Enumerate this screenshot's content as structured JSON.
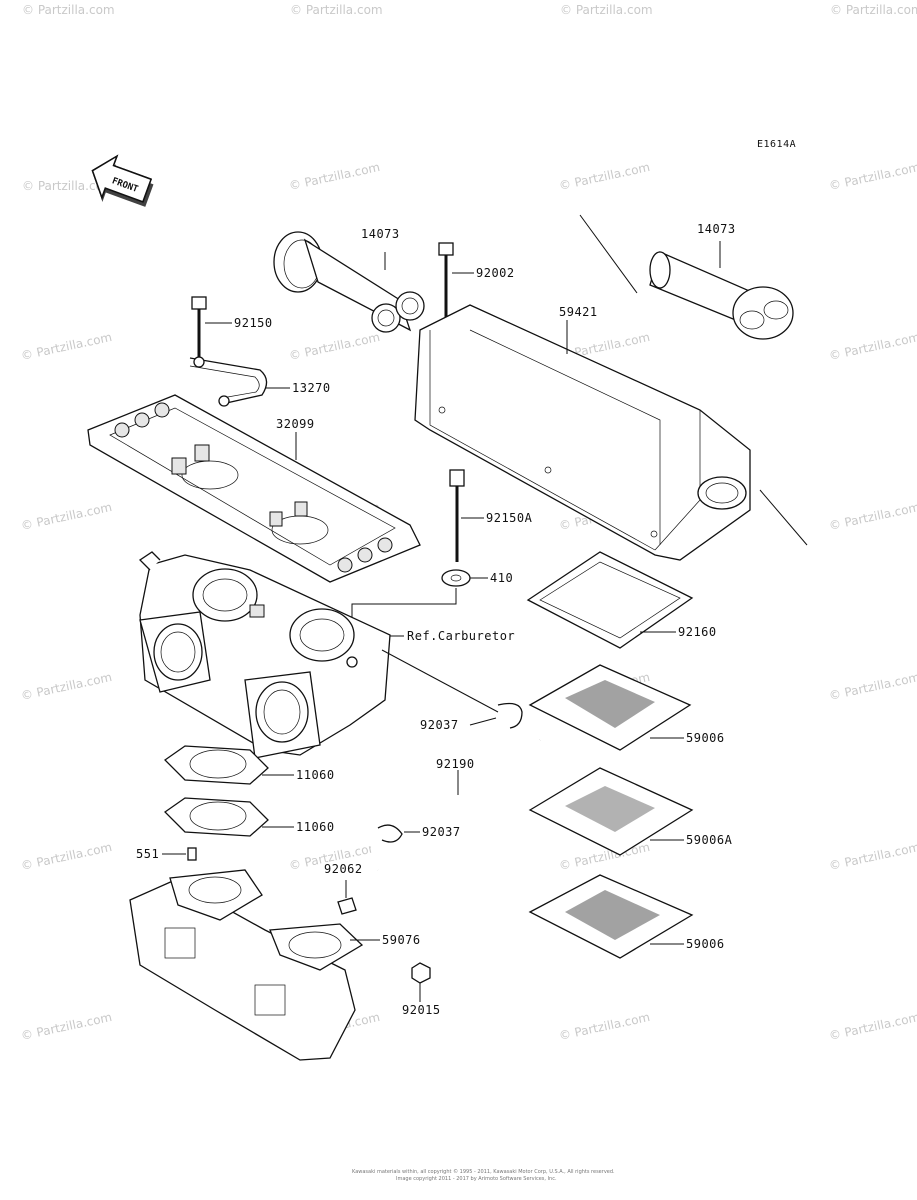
{
  "diagram_code": "E1614A",
  "front_arrow_label": "FRONT",
  "watermark_text": "© Partzilla.com",
  "ref_label": "Ref.Carburetor",
  "copyright_line1": "Kawasaki materials within, all copyright © 1995 - 2011, Kawasaki Motor Corp, U.S.A., All rights reserved.",
  "copyright_line2": "Image copyright 2011 - 2017 by Arimoto Software Services, Inc.",
  "part_labels": {
    "p14073_left": "14073",
    "p14073_right": "14073",
    "p92002": "92002",
    "p59421": "59421",
    "p92150": "92150",
    "p13270": "13270",
    "p32099": "32099",
    "p92150A": "92150A",
    "p410": "410",
    "p92160": "92160",
    "p92037_top": "92037",
    "p59006_top": "59006",
    "p92190": "92190",
    "p11060_top": "11060",
    "p11060_bottom": "11060",
    "p92037_bottom": "92037",
    "p59006A": "59006A",
    "p551": "551",
    "p92062": "92062",
    "p59076": "59076",
    "p59006_bottom": "59006",
    "p92015": "92015"
  }
}
